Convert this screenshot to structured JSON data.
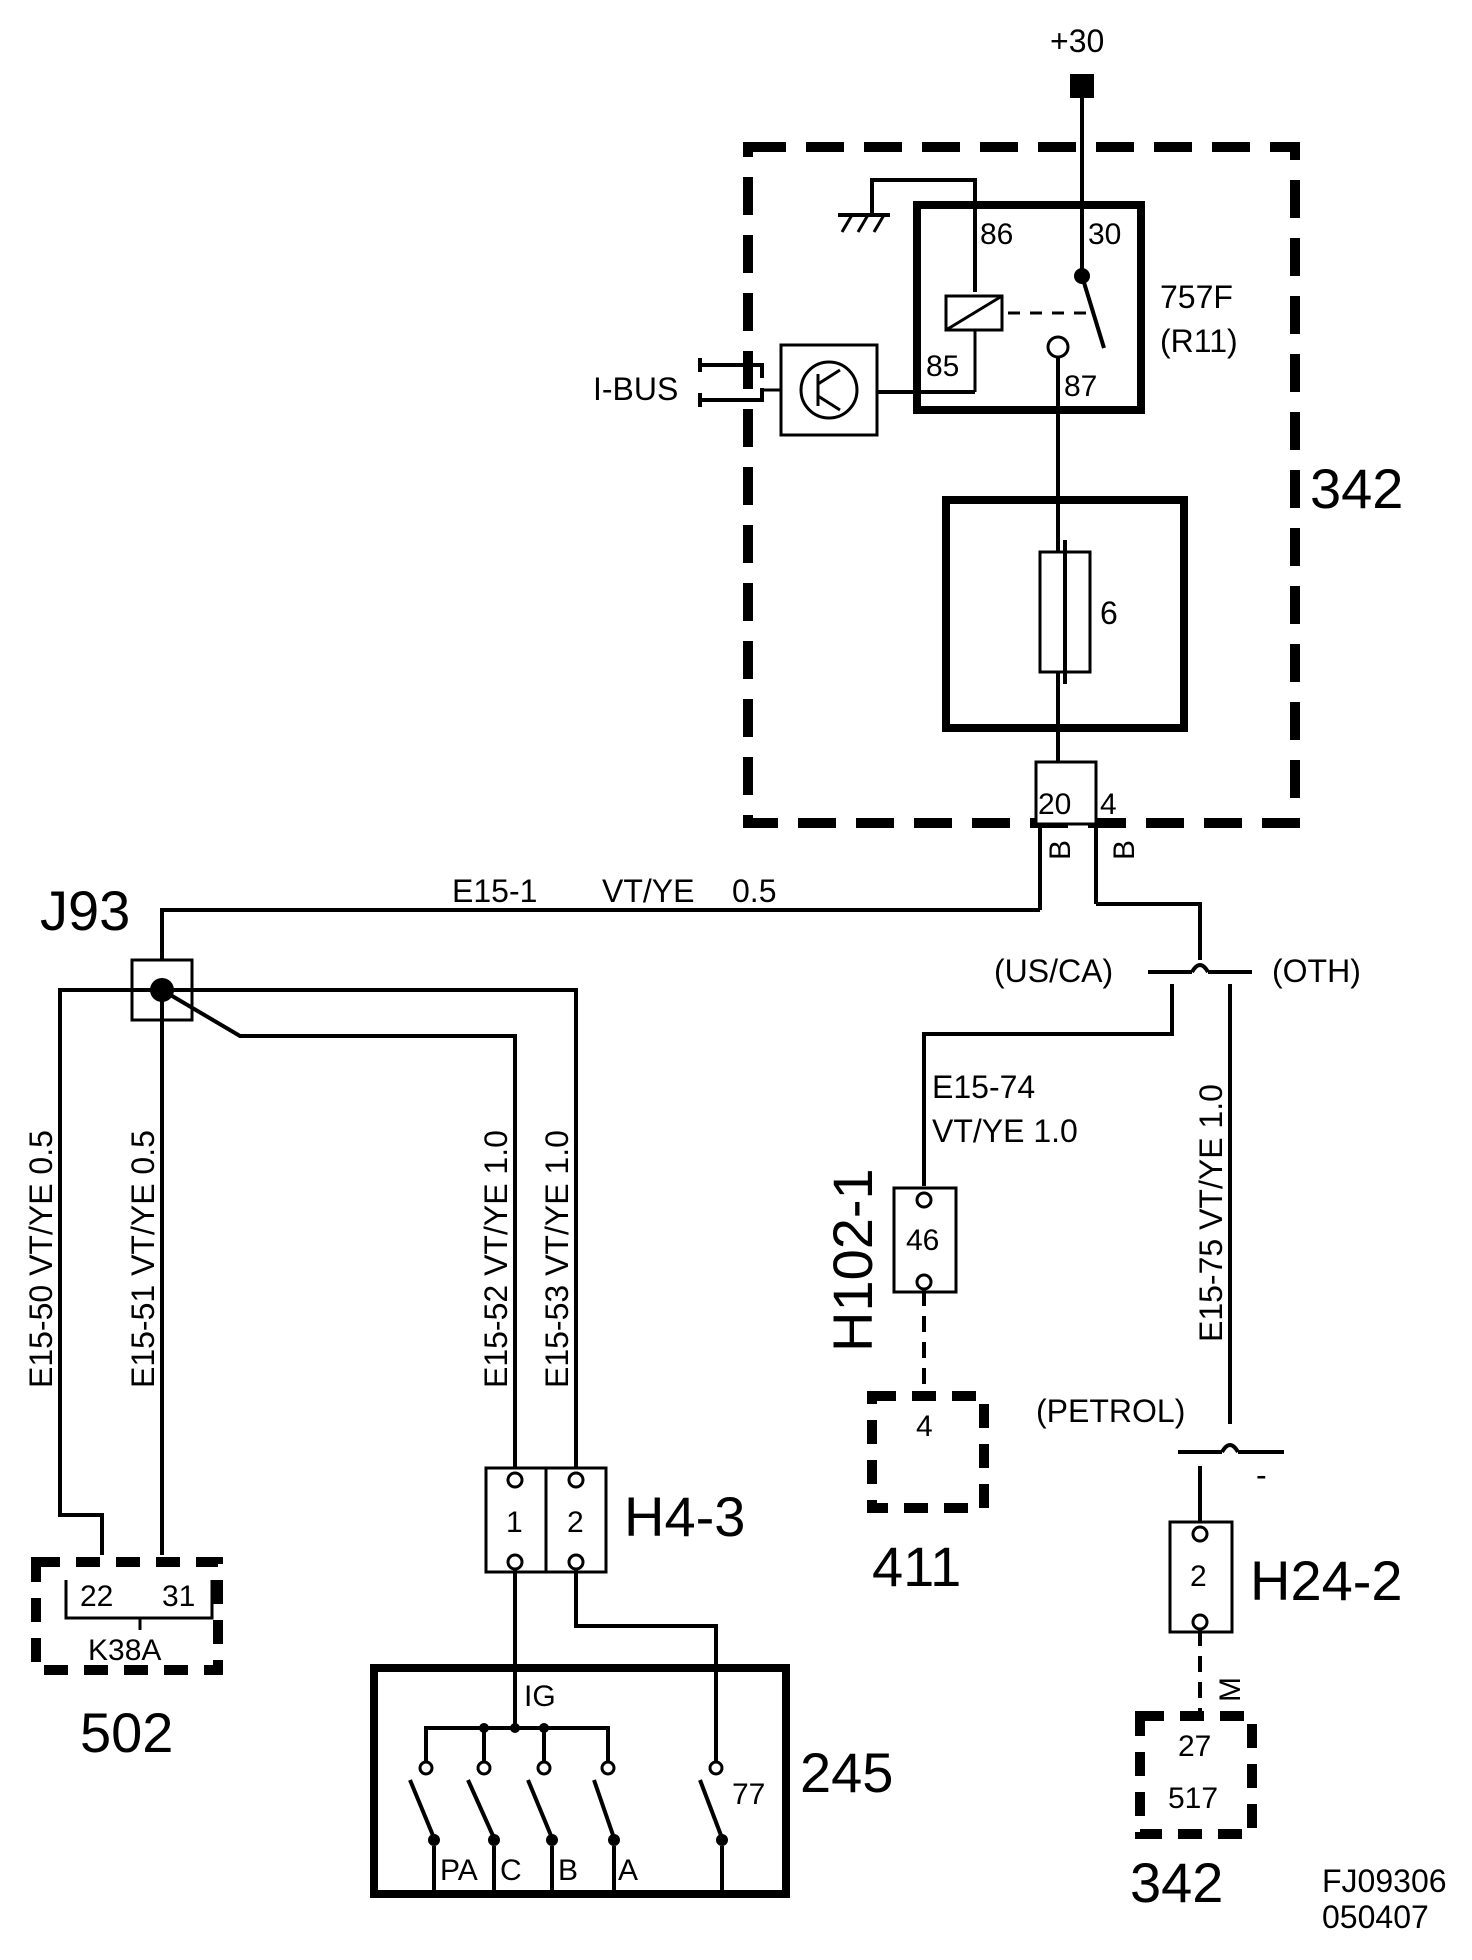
{
  "supply": {
    "label": "+30"
  },
  "module_342_top": {
    "label": "342"
  },
  "relay": {
    "name": "757F",
    "position": "(R11)",
    "pins": {
      "p86": "86",
      "p30": "30",
      "p85": "85",
      "p87": "87"
    }
  },
  "ibus": {
    "label": "I-BUS"
  },
  "fuse": {
    "number": "6"
  },
  "connector_b": {
    "pin_a": "20",
    "pin_b": "4",
    "code_a": "B",
    "code_b": "B"
  },
  "splice": {
    "label": "J93"
  },
  "wires": {
    "e15_1": {
      "id": "E15-1",
      "color": "VT/YE",
      "size": "0.5"
    },
    "e15_50": {
      "text": "E15-50  VT/YE  0.5"
    },
    "e15_51": {
      "text": "E15-51  VT/YE  0.5"
    },
    "e15_52": {
      "text": "E15-52  VT/YE  1.0"
    },
    "e15_53": {
      "text": "E15-53  VT/YE  1.0"
    },
    "e15_74": {
      "id": "E15-74",
      "color_size": "VT/YE    1.0"
    },
    "e15_75": {
      "text": "E15-75  VT/YE  1.0"
    }
  },
  "variants": {
    "us_ca": "(US/CA)",
    "oth": "(OTH)",
    "petrol": "(PETROL)",
    "dash": "-"
  },
  "k38a": {
    "pin22": "22",
    "pin31": "31",
    "name": "K38A",
    "component": "502"
  },
  "h4_3": {
    "name": "H4-3",
    "pin1": "1",
    "pin2": "2"
  },
  "switch_245": {
    "component": "245",
    "ig": "IG",
    "pin77": "77",
    "positions": [
      "PA",
      "C",
      "B",
      "A"
    ]
  },
  "h102_1": {
    "name": "H102-1",
    "pin": "46"
  },
  "module_411": {
    "pin": "4",
    "component": "411"
  },
  "h24_2": {
    "name": "H24-2",
    "pin": "2",
    "code": "M"
  },
  "module_517": {
    "pin": "27",
    "name": "517",
    "component": "342"
  },
  "drawing_ref": {
    "number": "FJ09306",
    "date": "050407"
  }
}
